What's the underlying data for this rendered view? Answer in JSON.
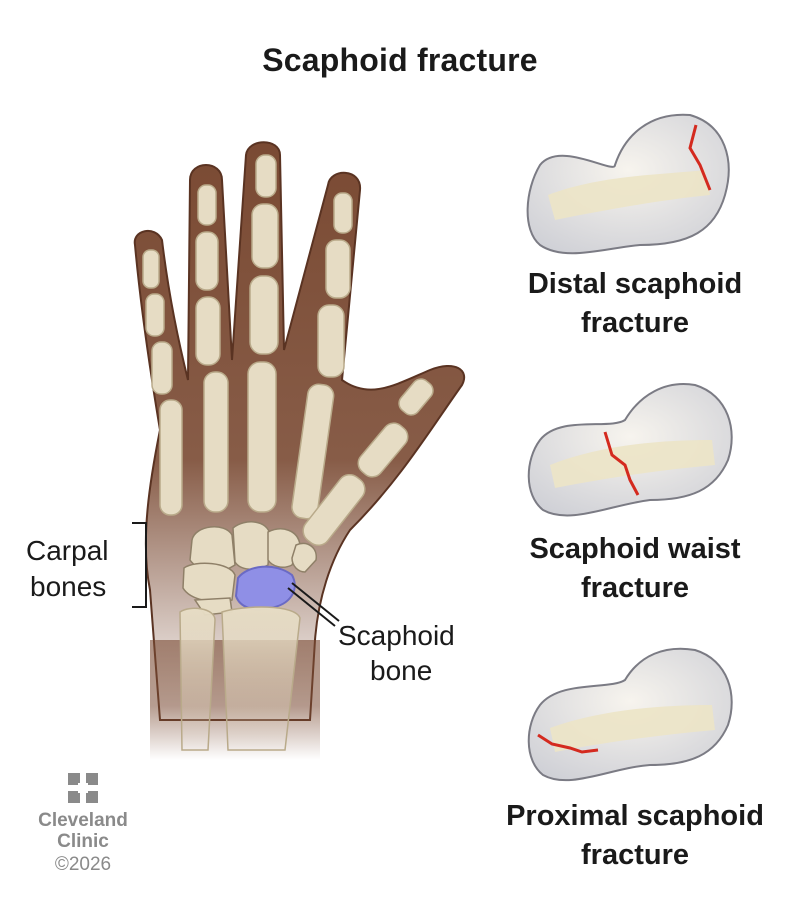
{
  "title": "Scaphoid fracture",
  "labels": {
    "carpal_line1": "Carpal",
    "carpal_line2": "bones",
    "scaphoid_line1": "Scaphoid",
    "scaphoid_line2": "bone",
    "distal_line1": "Distal scaphoid",
    "distal_line2": "fracture",
    "waist_line1": "Scaphoid waist",
    "waist_line2": "fracture",
    "proximal_line1": "Proximal scaphoid",
    "proximal_line2": "fracture"
  },
  "logo": {
    "name_line1": "Cleveland",
    "name_line2": "Clinic",
    "copyright": "©2026"
  },
  "colors": {
    "skin": "#7a4a33",
    "skin_outline": "#5a3322",
    "bone": "#e6dcc4",
    "bone_outline": "#b9aa8a",
    "scaphoid": "#8f8fe6",
    "fracture": "#d42a1f",
    "logo_gray": "#8a8a8a"
  }
}
